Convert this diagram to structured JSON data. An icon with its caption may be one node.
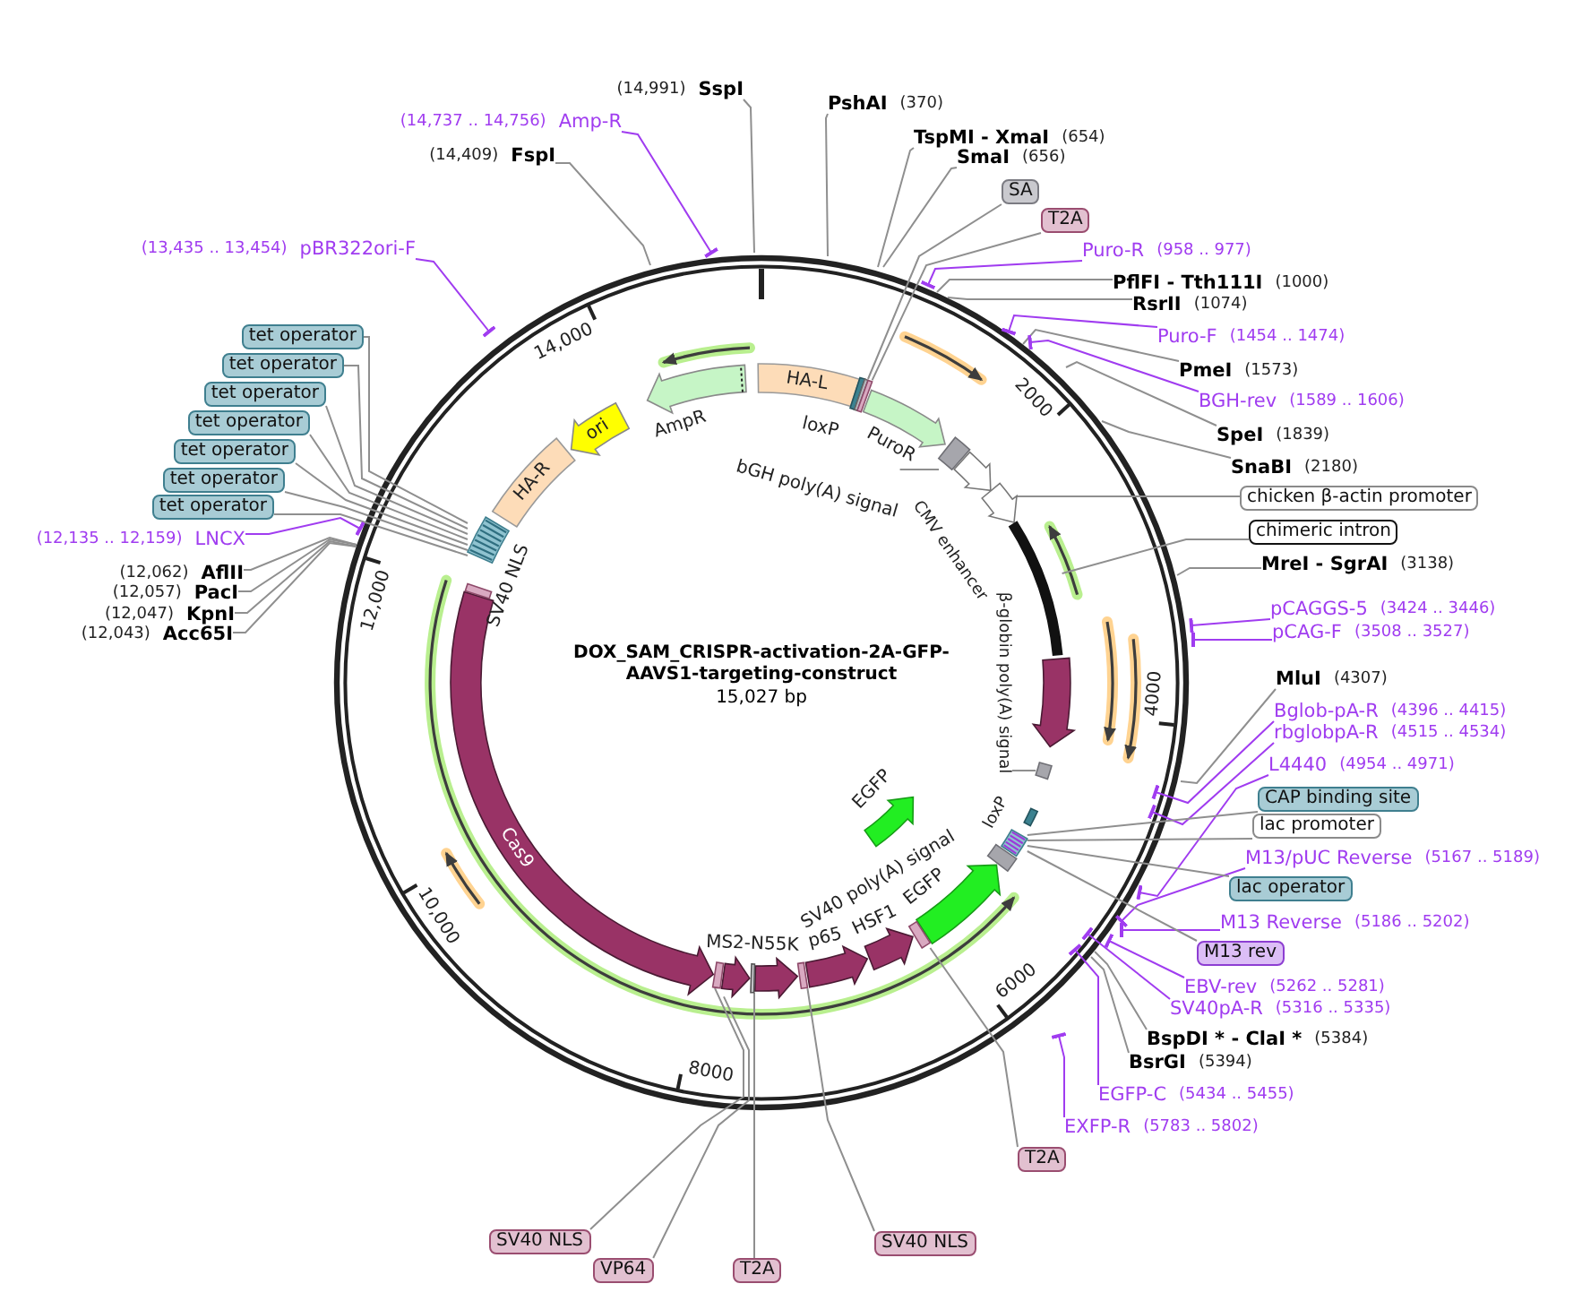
{
  "diagram": {
    "title": "DOX_SAM_CRISPR-activation-2A-GFP-AAVS1-targeting-construct",
    "nodes": [
      {
        "text": [
          "(14,991)",
          "SspI"
        ]
      },
      {
        "text": [
          "(14,737 .. 14,756)",
          "Amp-R"
        ]
      },
      {
        "text": [
          "(14,409)",
          "FspI"
        ]
      },
      {
        "text": [
          "(13,435 .. 13,454)",
          "pBR322ori-F"
        ]
      },
      {
        "text": [
          "tet operator"
        ]
      },
      {
        "text": [
          "tet operator"
        ]
      },
      {
        "text": [
          "tet operator"
        ]
      },
      {
        "text": [
          "tet operator"
        ]
      },
      {
        "text": [
          "tet operator"
        ]
      },
      {
        "text": [
          "tet operator"
        ]
      },
      {
        "text": [
          "tet operator"
        ]
      },
      {
        "text": [
          "(12,135 .. 12,159)",
          "LNCX"
        ]
      },
      {
        "text": [
          "(12,062)",
          "AflII"
        ]
      },
      {
        "text": [
          "(12,057)",
          "PacI"
        ]
      },
      {
        "text": [
          "(12,047)",
          "KpnI"
        ]
      },
      {
        "text": [
          "(12,043)",
          "Acc65I"
        ]
      },
      {
        "text": [
          "PshAI",
          "(370)"
        ]
      },
      {
        "text": [
          "TspMI - XmaI",
          "(654)"
        ]
      },
      {
        "text": [
          "SmaI",
          "(656)"
        ]
      },
      {
        "text": [
          "SA"
        ]
      },
      {
        "text": [
          "T2A"
        ]
      },
      {
        "text": [
          "Puro-R",
          "(958 .. 977)"
        ]
      },
      {
        "text": [
          "PflFI - Tth111I",
          "(1000)"
        ]
      },
      {
        "text": [
          "RsrII",
          "(1074)"
        ]
      },
      {
        "text": [
          "Puro-F",
          "(1454 .. 1474)"
        ]
      },
      {
        "text": [
          "PmeI",
          "(1573)"
        ]
      },
      {
        "text": [
          "BGH-rev",
          "(1589 .. 1606)"
        ]
      },
      {
        "text": [
          "SpeI",
          "(1839)"
        ]
      },
      {
        "text": [
          "SnaBI",
          "(2180)"
        ]
      },
      {
        "text": [
          "chicken β-actin promoter"
        ]
      },
      {
        "text": [
          "chimeric intron"
        ]
      },
      {
        "text": [
          "MreI - SgrAI",
          "(3138)"
        ]
      },
      {
        "text": [
          "pCAGGS-5",
          "(3424 .. 3446)"
        ]
      },
      {
        "text": [
          "pCAG-F",
          "(3508 .. 3527)"
        ]
      },
      {
        "text": [
          "MluI",
          "(4307)"
        ]
      },
      {
        "text": [
          "Bglob-pA-R",
          "(4396 .. 4415)"
        ]
      },
      {
        "text": [
          "rbglobpA-R",
          "(4515 .. 4534)"
        ]
      },
      {
        "text": [
          "L4440",
          "(4954 .. 4971)"
        ]
      },
      {
        "text": [
          "CAP binding site"
        ]
      },
      {
        "text": [
          "lac promoter"
        ]
      },
      {
        "text": [
          "M13/pUC Reverse",
          "(5167 .. 5189)"
        ]
      },
      {
        "text": [
          "lac operator"
        ]
      },
      {
        "text": [
          "M13 Reverse",
          "(5186 .. 5202)"
        ]
      },
      {
        "text": [
          "M13 rev"
        ]
      },
      {
        "text": [
          "EBV-rev",
          "(5262 .. 5281)"
        ]
      },
      {
        "text": [
          "SV40pA-R",
          "(5316 .. 5335)"
        ]
      },
      {
        "text": [
          "BspDI * - ClaI *",
          "(5384)"
        ]
      },
      {
        "text": [
          "BsrGI",
          "(5394)"
        ]
      },
      {
        "text": [
          "EGFP-C",
          "(5434 .. 5455)"
        ]
      },
      {
        "text": [
          "EXFP-R",
          "(5783 .. 5802)"
        ]
      },
      {
        "text": [
          "T2A"
        ]
      },
      {
        "text": [
          "SV40 NLS"
        ]
      },
      {
        "text": [
          "VP64"
        ]
      },
      {
        "text": [
          "T2A"
        ]
      },
      {
        "text": [
          "SV40 NLS"
        ]
      },
      {
        "text": [
          "HA-L"
        ]
      },
      {
        "text": [
          "loxP"
        ]
      },
      {
        "text": [],
        "shape": "bar"
      },
      {
        "text": [],
        "shape": "bar"
      },
      {
        "text": [
          "PuroR"
        ]
      },
      {
        "text": [],
        "shape": "box"
      },
      {
        "text": [
          "bGH poly(A) signal"
        ]
      },
      {
        "text": [
          "CMV enhancer"
        ]
      },
      {
        "text": [],
        "shape": "arrow"
      },
      {
        "text": [],
        "shape": "bar"
      },
      {
        "text": [],
        "shape": "arrow"
      },
      {
        "text": [],
        "shape": "box"
      },
      {
        "text": [
          "β-globin poly(A) signal"
        ]
      },
      {
        "text": [
          "loxP"
        ]
      },
      {
        "text": [],
        "shape": "bar"
      },
      {
        "text": [
          "SV40 poly(A) signal"
        ]
      },
      {
        "text": [
          "EGFP"
        ]
      },
      {
        "text": [
          "EGFP"
        ]
      },
      {
        "text": [],
        "shape": "bar"
      },
      {
        "text": [
          "HSF1"
        ]
      },
      {
        "text": [
          "p65"
        ]
      },
      {
        "text": [],
        "shape": "bar"
      },
      {
        "text": [
          "MS2-N55K"
        ]
      },
      {
        "text": [],
        "shape": "bar"
      },
      {
        "text": [],
        "shape": "arrow"
      },
      {
        "text": [],
        "shape": "bar"
      },
      {
        "text": [
          "Cas9"
        ]
      },
      {
        "text": [
          "SV40 NLS"
        ]
      },
      {
        "text": [],
        "shape": "bar"
      },
      {
        "text": [
          "HA-R"
        ]
      },
      {
        "text": [
          "ori"
        ]
      },
      {
        "text": [
          "AmpR"
        ]
      }
    ],
    "edges": [
      {
        "from": 0,
        "to": null,
        "arrow": "none"
      },
      {
        "from": 1,
        "to": null,
        "arrow": "other",
        "color": "#a03cf0"
      },
      {
        "from": 2,
        "to": null,
        "arrow": "none"
      },
      {
        "from": 3,
        "to": null,
        "arrow": "other",
        "color": "#a03cf0"
      },
      {
        "from": 4,
        "to": 83,
        "arrow": "none"
      },
      {
        "from": 5,
        "to": 83,
        "arrow": "none"
      },
      {
        "from": 6,
        "to": 83,
        "arrow": "none"
      },
      {
        "from": 7,
        "to": 83,
        "arrow": "none"
      },
      {
        "from": 8,
        "to": 83,
        "arrow": "none"
      },
      {
        "from": 9,
        "to": 83,
        "arrow": "none"
      },
      {
        "from": 10,
        "to": 83,
        "arrow": "none"
      },
      {
        "from": 11,
        "to": null,
        "arrow": "other",
        "color": "#a03cf0"
      },
      {
        "from": 12,
        "to": null,
        "arrow": "none"
      },
      {
        "from": 13,
        "to": null,
        "arrow": "none"
      },
      {
        "from": 14,
        "to": null,
        "arrow": "none"
      },
      {
        "from": 15,
        "to": null,
        "arrow": "none"
      },
      {
        "from": 16,
        "to": null,
        "arrow": "none"
      },
      {
        "from": 17,
        "to": null,
        "arrow": "none"
      },
      {
        "from": 18,
        "to": null,
        "arrow": "none"
      },
      {
        "from": 19,
        "to": 57,
        "arrow": "none"
      },
      {
        "from": 20,
        "to": 58,
        "arrow": "none"
      },
      {
        "from": 21,
        "to": null,
        "arrow": "other",
        "color": "#a03cf0"
      },
      {
        "from": 22,
        "to": null,
        "arrow": "none"
      },
      {
        "from": 23,
        "to": null,
        "arrow": "none"
      },
      {
        "from": 24,
        "to": null,
        "arrow": "other",
        "color": "#a03cf0"
      },
      {
        "from": 25,
        "to": null,
        "arrow": "none"
      },
      {
        "from": 26,
        "to": null,
        "arrow": "other",
        "color": "#a03cf0"
      },
      {
        "from": 27,
        "to": null,
        "arrow": "none"
      },
      {
        "from": 28,
        "to": null,
        "arrow": "none"
      },
      {
        "from": 29,
        "to": 63,
        "arrow": "none"
      },
      {
        "from": 30,
        "to": 64,
        "arrow": "none"
      },
      {
        "from": 31,
        "to": null,
        "arrow": "none"
      },
      {
        "from": 32,
        "to": null,
        "arrow": "other",
        "color": "#a03cf0"
      },
      {
        "from": 33,
        "to": null,
        "arrow": "other",
        "color": "#a03cf0"
      },
      {
        "from": 34,
        "to": null,
        "arrow": "none"
      },
      {
        "from": 35,
        "to": null,
        "arrow": "other",
        "color": "#a03cf0"
      },
      {
        "from": 36,
        "to": null,
        "arrow": "other",
        "color": "#a03cf0"
      },
      {
        "from": 37,
        "to": null,
        "arrow": "other",
        "color": "#a03cf0"
      },
      {
        "from": 38,
        "to": 69,
        "arrow": "none"
      },
      {
        "from": 39,
        "to": 69,
        "arrow": "none"
      },
      {
        "from": 40,
        "to": null,
        "arrow": "other",
        "color": "#a03cf0"
      },
      {
        "from": 41,
        "to": 69,
        "arrow": "none"
      },
      {
        "from": 42,
        "to": null,
        "arrow": "other",
        "color": "#a03cf0"
      },
      {
        "from": 43,
        "to": 69,
        "arrow": "none"
      },
      {
        "from": 44,
        "to": null,
        "arrow": "other",
        "color": "#a03cf0"
      },
      {
        "from": 45,
        "to": null,
        "arrow": "other",
        "color": "#a03cf0"
      },
      {
        "from": 46,
        "to": null,
        "arrow": "none"
      },
      {
        "from": 47,
        "to": null,
        "arrow": "none"
      },
      {
        "from": 48,
        "to": null,
        "arrow": "other",
        "color": "#a03cf0"
      },
      {
        "from": 49,
        "to": null,
        "arrow": "other",
        "color": "#a03cf0"
      },
      {
        "from": 50,
        "to": 73,
        "arrow": "none"
      },
      {
        "from": 51,
        "to": 80,
        "arrow": "none"
      },
      {
        "from": 52,
        "to": 79,
        "arrow": "none"
      },
      {
        "from": 53,
        "to": 78,
        "arrow": "none"
      },
      {
        "from": 54,
        "to": 76,
        "arrow": "none"
      },
      {
        "from": 61,
        "to": 60,
        "arrow": "none"
      },
      {
        "from": 67,
        "to": 66,
        "arrow": "none"
      }
    ],
    "labels": [
      "14,000",
      "2000",
      "12,000",
      "15,027 bp",
      "4000",
      "10,000",
      "6000",
      "8000"
    ]
  }
}
